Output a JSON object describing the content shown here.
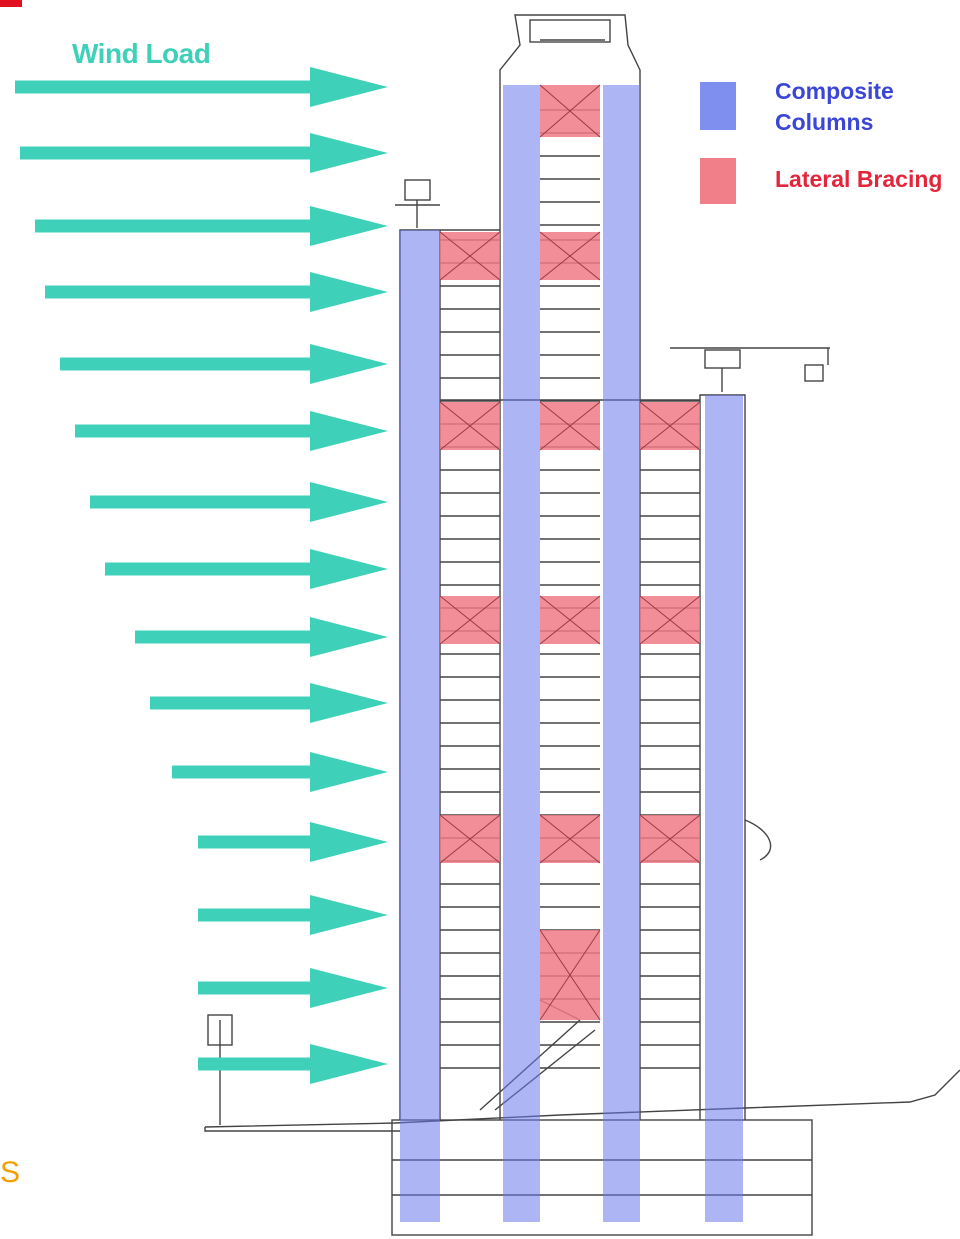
{
  "wind_label": "Wind Load",
  "legend": {
    "composite": {
      "label_line1": "Composite",
      "label_line2": "Columns",
      "color": "#7f8ff0"
    },
    "bracing": {
      "label": "Lateral Bracing",
      "color": "#f07f8a"
    }
  },
  "corner_letter": "S",
  "colors": {
    "arrow": "#3ed0b8",
    "column": "#6a78ec",
    "bracing": "#f07a86",
    "drawing_line": "#444444"
  },
  "arrow_count": 15,
  "icons": [
    "wind-arrow-icon",
    "crane-icon"
  ]
}
